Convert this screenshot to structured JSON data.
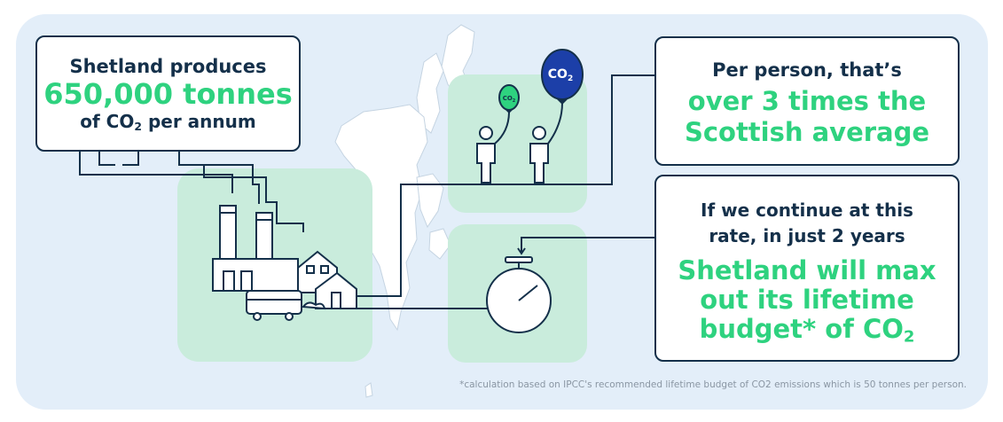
{
  "callout_production": {
    "line1": "Shetland produces",
    "amount": "650,000 tonnes",
    "line3_prefix": "of CO",
    "line3_sub": "2",
    "line3_suffix": " per annum"
  },
  "callout_per_person": {
    "line1": "Per person, that’s",
    "line2": "over 3 times the",
    "line3": "Scottish average"
  },
  "callout_budget": {
    "line1": "If we continue at this",
    "line2": "rate, in just 2 years",
    "line3": "Shetland will max",
    "line4": "out its lifetime",
    "line5_prefix": "budget* of CO",
    "line5_sub": "2"
  },
  "balloon_small": {
    "label_prefix": "CO",
    "label_sub": "2"
  },
  "balloon_large": {
    "label_prefix": "CO",
    "label_sub": "2"
  },
  "footnote": "*calculation based on IPCC's recommended lifetime budget of CO2 emissions which is 50 tonnes per person.",
  "colors": {
    "navy": "#14304a",
    "green": "#2ed27f",
    "balloon_blue": "#1c3fa8",
    "panel_background": "#e3eef9",
    "tile_green": "#c9ecdc",
    "map_fill": "#ffffff"
  },
  "icons": [
    "map-of-shetland-icon",
    "factory-icon",
    "house-icon",
    "bus-icon",
    "person-icon",
    "balloon-icon",
    "stopwatch-icon"
  ]
}
